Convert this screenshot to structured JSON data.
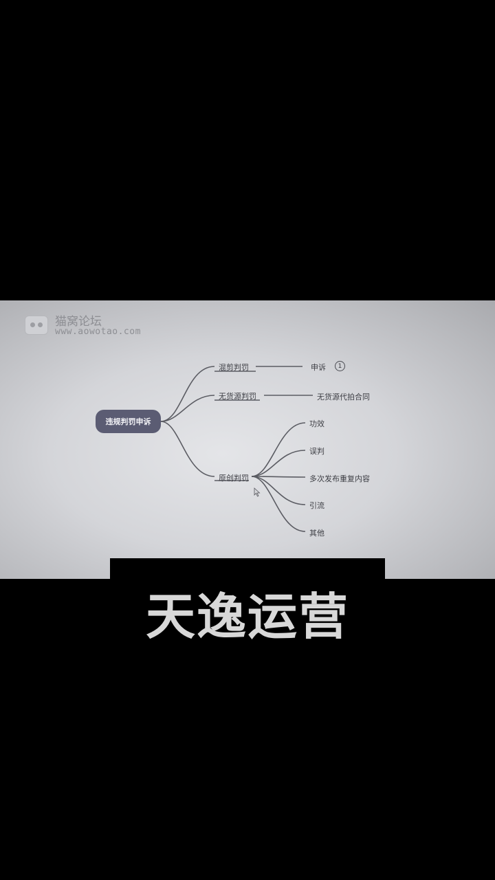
{
  "watermark": {
    "title": "猫窝论坛",
    "url": "www.aowotao.com",
    "icon": "cat-face-icon"
  },
  "mindmap": {
    "root": "违规判罚申诉",
    "branches": [
      {
        "label": "混剪判罚",
        "children": [
          {
            "label": "申诉",
            "badge": "1"
          }
        ]
      },
      {
        "label": "无货源判罚",
        "children": [
          {
            "label": "无货源代拍合同"
          }
        ]
      },
      {
        "label": "原创判罚",
        "children": [
          {
            "label": "功效"
          },
          {
            "label": "误判"
          },
          {
            "label": "多次发布重复内容"
          },
          {
            "label": "引流"
          },
          {
            "label": "其他"
          }
        ]
      }
    ]
  },
  "caption": "天逸运营",
  "colors": {
    "background": "#000000",
    "root_node": "#5b5c73",
    "caption_text": "#d8d8d8"
  }
}
